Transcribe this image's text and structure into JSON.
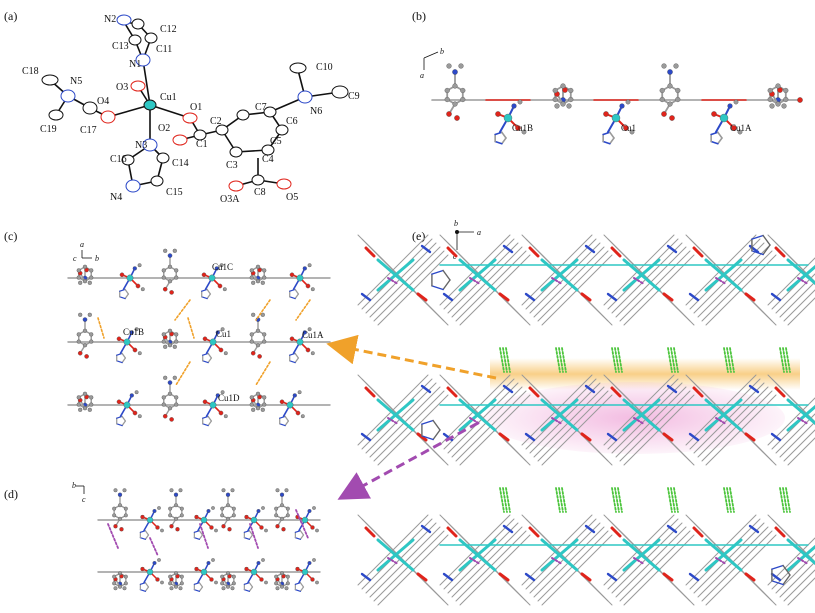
{
  "panels": {
    "a": {
      "label": "(a)",
      "atoms": [
        "N2",
        "C12",
        "C13",
        "C11",
        "N1",
        "C10",
        "C18",
        "O3",
        "N5",
        "Cu1",
        "O1",
        "C7",
        "O4",
        "C6",
        "C9",
        "C19",
        "C17",
        "O2",
        "C2",
        "N6",
        "C1",
        "C16",
        "N3",
        "C5",
        "C14",
        "C3",
        "C4",
        "N4",
        "C15",
        "O3A",
        "C8",
        "O5"
      ]
    },
    "b": {
      "label": "(b)",
      "axis": {
        "x": "b",
        "y": "a"
      },
      "cu": [
        "Cu1B",
        "Cu1",
        "Cu1A"
      ]
    },
    "c": {
      "label": "(c)",
      "axis": {
        "x": "b",
        "y": "a",
        "z": "c"
      },
      "cu": [
        "Cu1C",
        "Cu1B",
        "Cu1",
        "Cu1A",
        "Cu1D"
      ]
    },
    "d": {
      "label": "(d)",
      "axis": {
        "x": "b",
        "y": "c"
      }
    },
    "e": {
      "label": "(e)",
      "axis": {
        "x": "a",
        "y": "c",
        "z": "b"
      }
    }
  },
  "colors": {
    "copper": "#2ec7c4",
    "carbon": "#9a9a9a",
    "oxygen": "#e0241b",
    "nitrogen": "#2c49c8",
    "hbond_orange": "#f0a12a",
    "hbond_purple": "#a24bb0",
    "hbond_green": "#4cc53c",
    "band_orange": "#f7c46a",
    "band_pink": "#efa6d8"
  }
}
